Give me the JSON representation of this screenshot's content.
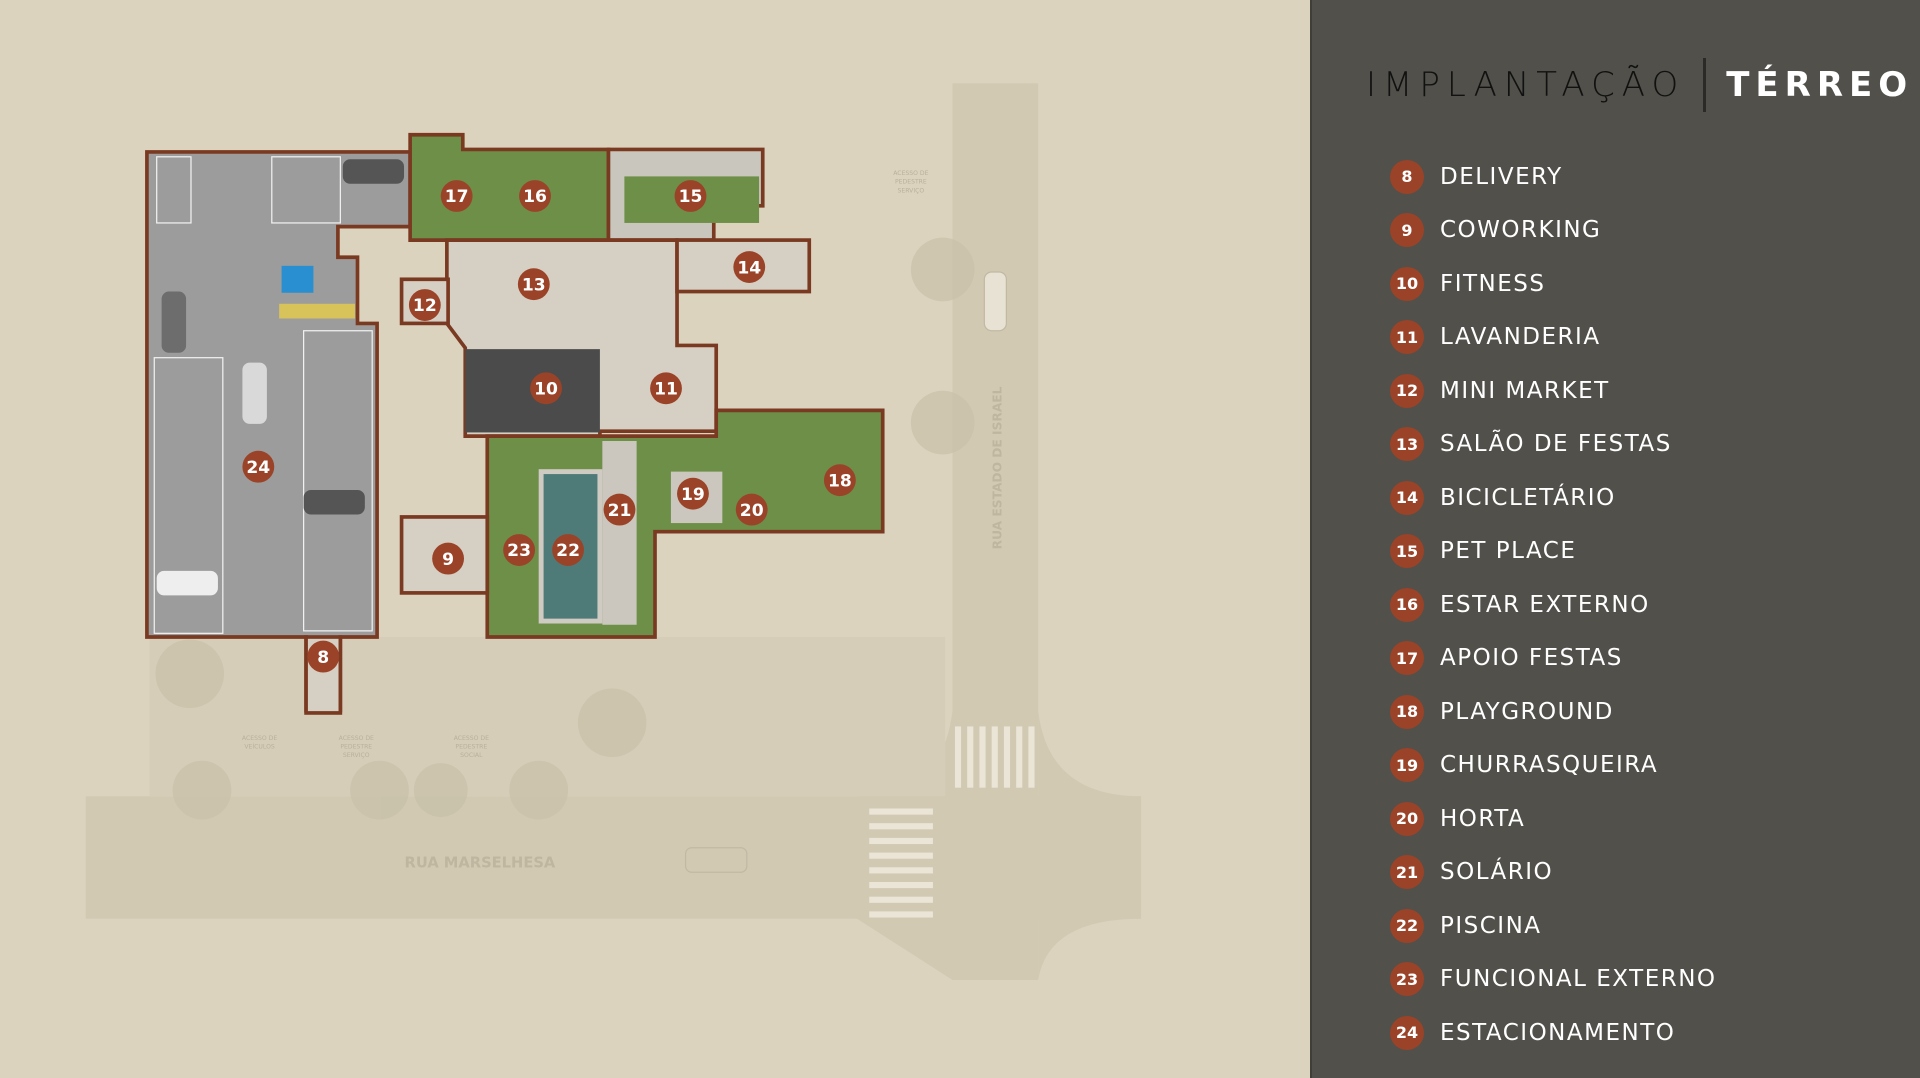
{
  "header": {
    "title_left": "IMPLANTAÇÃO",
    "title_right": "TÉRREO"
  },
  "legend": [
    {
      "num": "8",
      "label": "DELIVERY"
    },
    {
      "num": "9",
      "label": "COWORKING"
    },
    {
      "num": "10",
      "label": "FITNESS"
    },
    {
      "num": "11",
      "label": "LAVANDERIA"
    },
    {
      "num": "12",
      "label": "MINI MARKET"
    },
    {
      "num": "13",
      "label": "SALÃO DE FESTAS"
    },
    {
      "num": "14",
      "label": "BICICLETÁRIO"
    },
    {
      "num": "15",
      "label": "PET PLACE"
    },
    {
      "num": "16",
      "label": "ESTAR EXTERNO"
    },
    {
      "num": "17",
      "label": "APOIO FESTAS"
    },
    {
      "num": "18",
      "label": "PLAYGROUND"
    },
    {
      "num": "19",
      "label": "CHURRASQUEIRA"
    },
    {
      "num": "20",
      "label": "HORTA"
    },
    {
      "num": "21",
      "label": "SOLÁRIO"
    },
    {
      "num": "22",
      "label": "PISCINA"
    },
    {
      "num": "23",
      "label": "FUNCIONAL EXTERNO"
    },
    {
      "num": "24",
      "label": "ESTACIONAMENTO"
    }
  ],
  "map": {
    "street_bottom": "RUA MARSELHESA",
    "street_right": "RUA ESTADO DE ISRAEL",
    "access_vehicles": [
      "ACESSO DE",
      "VEÍCULOS"
    ],
    "access_service": [
      "ACESSO DE",
      "PEDESTRE",
      "SERVIÇO"
    ],
    "access_social": [
      "ACESSO DE",
      "PEDESTRE",
      "SOCIAL"
    ],
    "access_service_right": [
      "ACESSO DE",
      "PEDESTRE",
      "SERVIÇO"
    ]
  },
  "colors": {
    "accent": "#9a4328",
    "panel": "#51504a",
    "background": "#dcd3bf",
    "border": "#7a3a22"
  }
}
